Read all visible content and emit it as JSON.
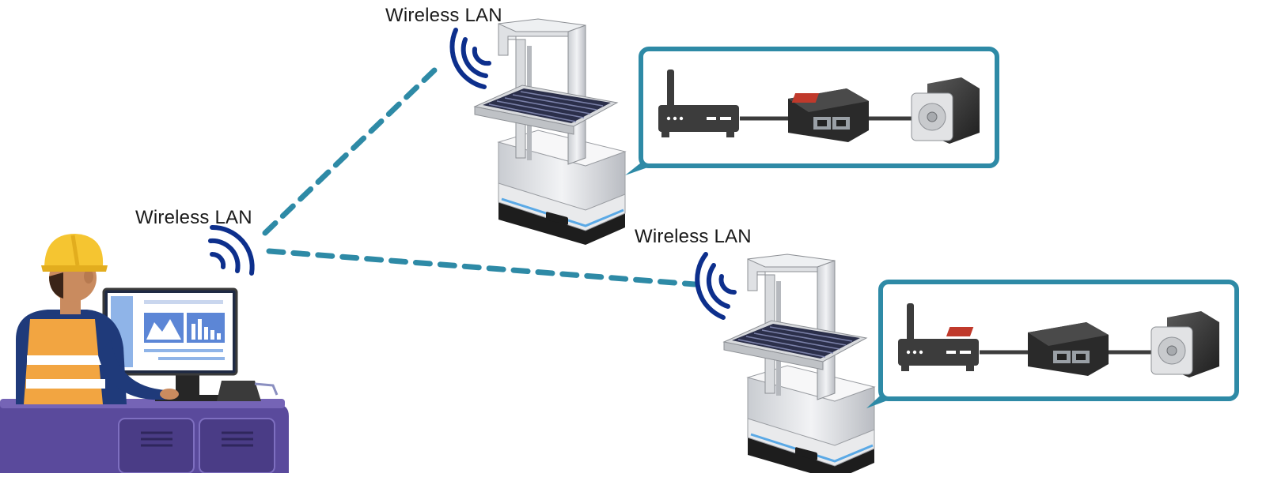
{
  "labels": {
    "wireless_top": "Wireless LAN",
    "wireless_left": "Wireless LAN",
    "wireless_right": "Wireless LAN"
  },
  "colors": {
    "signal": "#0d2f8c",
    "link_dash": "#2e8aa6",
    "callout_border": "#2e8aa6",
    "device_dark": "#3c3c3c",
    "desk": "#5a4a9c",
    "helmet": "#f5c531",
    "vest": "#f2a541"
  },
  "icons": {
    "operator": "worker-at-pc-icon",
    "signal": "wifi-waves-icon",
    "robot": "agv-mobile-robot-icon",
    "router": "wireless-router-icon",
    "driver": "motor-driver-icon",
    "motor": "stepping-motor-icon"
  }
}
